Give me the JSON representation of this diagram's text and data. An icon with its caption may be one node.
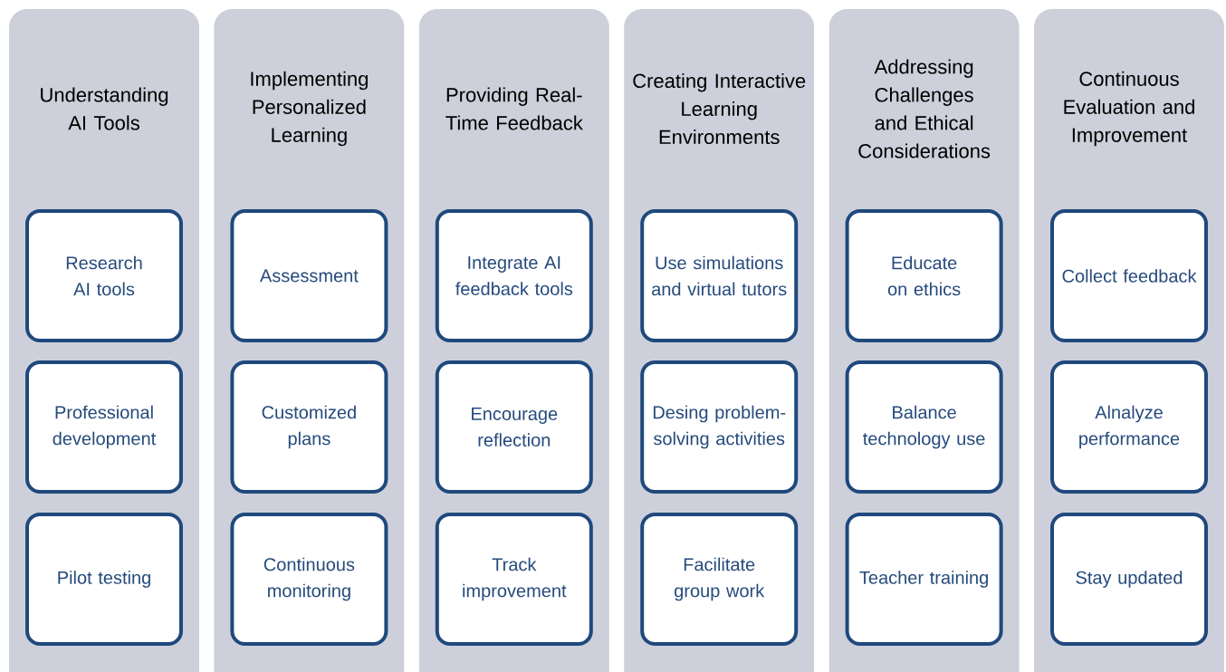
{
  "diagram": {
    "nodes": [
      {
        "text": [
          "Understanding AI Tools"
        ]
      },
      {
        "text": [
          "Research AI tools"
        ],
        "in": 0
      },
      {
        "text": [
          "Professional development"
        ],
        "in": 0
      },
      {
        "text": [
          "Pilot testing"
        ],
        "in": 0
      },
      {
        "text": [
          "Implementing Personalized Learning"
        ]
      },
      {
        "text": [
          "Assessment"
        ],
        "in": 4
      },
      {
        "text": [
          "Customized plans"
        ],
        "in": 4
      },
      {
        "text": [
          "Continuous monitoring"
        ],
        "in": 4
      },
      {
        "text": [
          "Providing Real-Time Feedback"
        ]
      },
      {
        "text": [
          "Integrate AI feedback tools"
        ],
        "in": 8
      },
      {
        "text": [
          "Encourage reflection"
        ],
        "in": 8
      },
      {
        "text": [
          "Track improvement"
        ],
        "in": 8
      },
      {
        "text": [
          "Creating Interactive Learning Environments"
        ]
      },
      {
        "text": [
          "Use simulations and virtual tutors"
        ],
        "in": 12
      },
      {
        "text": [
          "Desing problem-solving activities"
        ],
        "in": 12
      },
      {
        "text": [
          "Facilitate group work"
        ],
        "in": 12
      },
      {
        "text": [
          "Addressing Challenges and Ethical Considerations"
        ]
      },
      {
        "text": [
          "Educate on ethics"
        ],
        "in": 16
      },
      {
        "text": [
          "Balance technology use"
        ],
        "in": 16
      },
      {
        "text": [
          "Teacher training"
        ],
        "in": 16
      },
      {
        "text": [
          "Continuous Evaluation and Improvement"
        ]
      },
      {
        "text": [
          "Collect feedback"
        ],
        "in": 20
      },
      {
        "text": [
          "Alnalyze performance"
        ],
        "in": 20
      },
      {
        "text": [
          "Stay updated"
        ],
        "in": 20
      }
    ]
  }
}
